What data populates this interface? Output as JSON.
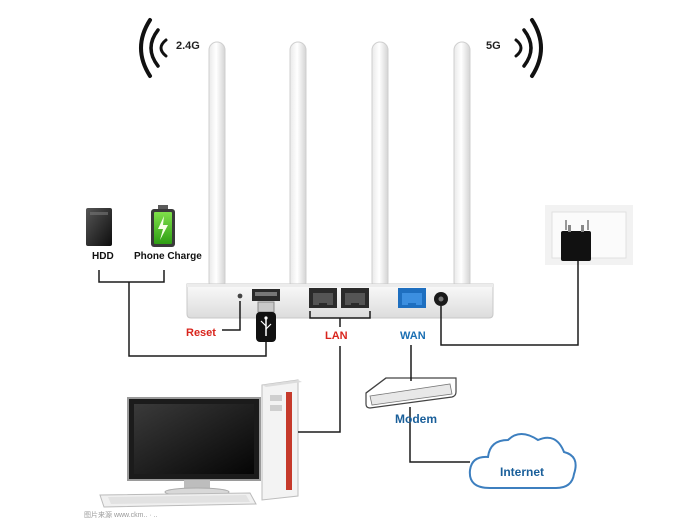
{
  "bands": {
    "left": "2.4G",
    "right": "5G"
  },
  "devices": {
    "hdd": "HDD",
    "phone": "Phone Charge",
    "modem": "Modem",
    "internet": "Internet"
  },
  "ports": {
    "reset": "Reset",
    "lan": "LAN",
    "wan": "WAN"
  },
  "watermark": "图片来源 www.ckm..  ·  ..",
  "colors": {
    "reset": "#d9251d",
    "lan": "#d9251d",
    "wan": "#1a6fb3",
    "device_label": "#1a5f9a",
    "wire": "#1b1b1b",
    "signal": "#111111"
  },
  "icons": [
    "wifi-signal-icon",
    "hdd-icon",
    "battery-icon",
    "power-adapter-icon",
    "usb-plug-icon",
    "monitor-icon",
    "pc-tower-icon",
    "keyboard-icon",
    "modem-icon",
    "cloud-icon"
  ]
}
